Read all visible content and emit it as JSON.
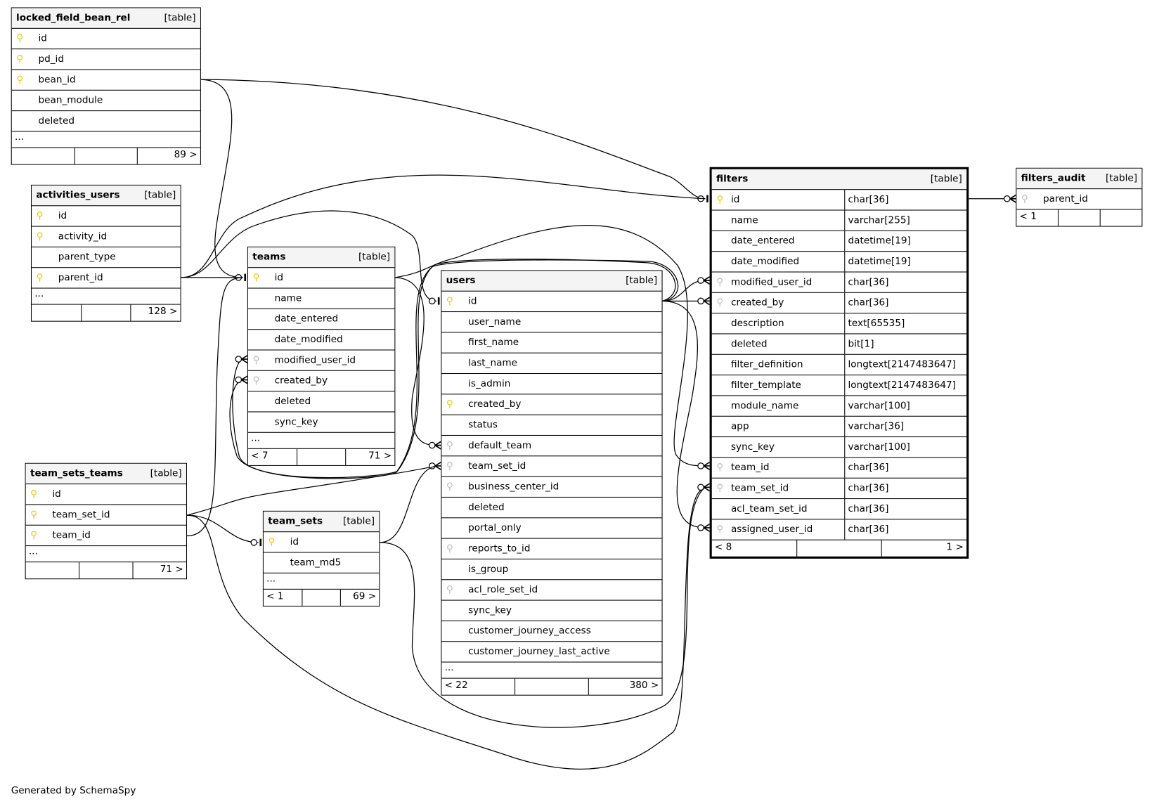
{
  "footer_text": "Generated by SchemaSpy",
  "key_colors": {
    "primary": "#d6d600",
    "foreign": "#bdbdbd"
  },
  "tables": [
    {
      "id": "locked_field_bean_rel",
      "name": "locked_field_bean_rel",
      "kind": "[table]",
      "ellipsis": "...",
      "columns": [
        {
          "name": "id",
          "key": "pk"
        },
        {
          "name": "pd_id",
          "key": "pk"
        },
        {
          "name": "bean_id",
          "key": "pk"
        },
        {
          "name": "bean_module",
          "key": ""
        },
        {
          "name": "deleted",
          "key": ""
        }
      ],
      "footer": [
        "",
        "",
        "89 >"
      ]
    },
    {
      "id": "activities_users",
      "name": "activities_users",
      "kind": "[table]",
      "ellipsis": "...",
      "columns": [
        {
          "name": "id",
          "key": "pk"
        },
        {
          "name": "activity_id",
          "key": "pk"
        },
        {
          "name": "parent_type",
          "key": ""
        },
        {
          "name": "parent_id",
          "key": "pk"
        }
      ],
      "footer": [
        "",
        "",
        "128 >"
      ]
    },
    {
      "id": "teams",
      "name": "teams",
      "kind": "[table]",
      "ellipsis": "...",
      "columns": [
        {
          "name": "id",
          "key": "pk"
        },
        {
          "name": "name",
          "key": ""
        },
        {
          "name": "date_entered",
          "key": ""
        },
        {
          "name": "date_modified",
          "key": ""
        },
        {
          "name": "modified_user_id",
          "key": "fk"
        },
        {
          "name": "created_by",
          "key": "fk"
        },
        {
          "name": "deleted",
          "key": ""
        },
        {
          "name": "sync_key",
          "key": ""
        }
      ],
      "footer": [
        "< 7",
        "",
        "71 >"
      ]
    },
    {
      "id": "team_sets_teams",
      "name": "team_sets_teams",
      "kind": "[table]",
      "ellipsis": "...",
      "columns": [
        {
          "name": "id",
          "key": "pk"
        },
        {
          "name": "team_set_id",
          "key": "pk"
        },
        {
          "name": "team_id",
          "key": "pk"
        }
      ],
      "footer": [
        "",
        "",
        "71 >"
      ]
    },
    {
      "id": "team_sets",
      "name": "team_sets",
      "kind": "[table]",
      "ellipsis": "...",
      "columns": [
        {
          "name": "id",
          "key": "pk"
        },
        {
          "name": "team_md5",
          "key": ""
        }
      ],
      "footer": [
        "< 1",
        "",
        "69 >"
      ]
    },
    {
      "id": "users",
      "name": "users",
      "kind": "[table]",
      "ellipsis": "...",
      "columns": [
        {
          "name": "id",
          "key": "pk"
        },
        {
          "name": "user_name",
          "key": ""
        },
        {
          "name": "first_name",
          "key": ""
        },
        {
          "name": "last_name",
          "key": ""
        },
        {
          "name": "is_admin",
          "key": ""
        },
        {
          "name": "created_by",
          "key": "pk"
        },
        {
          "name": "status",
          "key": ""
        },
        {
          "name": "default_team",
          "key": "fk"
        },
        {
          "name": "team_set_id",
          "key": "fk"
        },
        {
          "name": "business_center_id",
          "key": "fk"
        },
        {
          "name": "deleted",
          "key": ""
        },
        {
          "name": "portal_only",
          "key": ""
        },
        {
          "name": "reports_to_id",
          "key": "fk"
        },
        {
          "name": "is_group",
          "key": ""
        },
        {
          "name": "acl_role_set_id",
          "key": "fk"
        },
        {
          "name": "sync_key",
          "key": ""
        },
        {
          "name": "customer_journey_access",
          "key": ""
        },
        {
          "name": "customer_journey_last_active",
          "key": ""
        }
      ],
      "footer": [
        "< 22",
        "",
        "380 >"
      ]
    },
    {
      "id": "filters",
      "name": "filters",
      "kind": "[table]",
      "focus": true,
      "columns": [
        {
          "name": "id",
          "key": "pk",
          "type": "char[36]"
        },
        {
          "name": "name",
          "key": "",
          "type": "varchar[255]"
        },
        {
          "name": "date_entered",
          "key": "",
          "type": "datetime[19]"
        },
        {
          "name": "date_modified",
          "key": "",
          "type": "datetime[19]"
        },
        {
          "name": "modified_user_id",
          "key": "fk",
          "type": "char[36]"
        },
        {
          "name": "created_by",
          "key": "fk",
          "type": "char[36]"
        },
        {
          "name": "description",
          "key": "",
          "type": "text[65535]"
        },
        {
          "name": "deleted",
          "key": "",
          "type": "bit[1]"
        },
        {
          "name": "filter_definition",
          "key": "",
          "type": "longtext[2147483647]"
        },
        {
          "name": "filter_template",
          "key": "",
          "type": "longtext[2147483647]"
        },
        {
          "name": "module_name",
          "key": "",
          "type": "varchar[100]"
        },
        {
          "name": "app",
          "key": "",
          "type": "varchar[36]"
        },
        {
          "name": "sync_key",
          "key": "",
          "type": "varchar[100]"
        },
        {
          "name": "team_id",
          "key": "fk",
          "type": "char[36]"
        },
        {
          "name": "team_set_id",
          "key": "fk",
          "type": "char[36]"
        },
        {
          "name": "acl_team_set_id",
          "key": "",
          "type": "char[36]"
        },
        {
          "name": "assigned_user_id",
          "key": "fk",
          "type": "char[36]"
        }
      ],
      "footer": [
        "< 8",
        "",
        "1 >"
      ]
    },
    {
      "id": "filters_audit",
      "name": "filters_audit",
      "kind": "[table]",
      "columns": [
        {
          "name": "parent_id",
          "key": "fk"
        }
      ],
      "footer": [
        "< 1",
        "",
        ""
      ]
    }
  ]
}
